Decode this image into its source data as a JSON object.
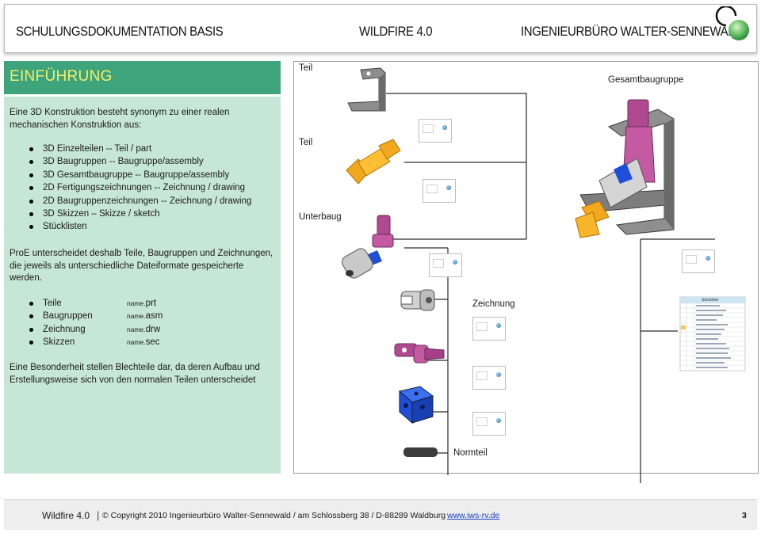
{
  "header": {
    "left": "SCHULUNGSDOKUMENTATION BASIS",
    "center": "WILDFIRE 4.0",
    "right": "INGENIEURBÜRO WALTER-SENNEWALD"
  },
  "left": {
    "title": "EINFÜHRUNG",
    "intro": "Eine 3D Konstruktion besteht synonym zu einer realen mechanischen Konstruktion aus:",
    "list1": [
      "3D Einzelteilen -- Teil / part",
      "3D Baugruppen -- Baugruppe/assembly",
      "3D Gesamtbaugruppe -- Baugruppe/assembly",
      "2D Fertigungszeichnungen -- Zeichnung / drawing",
      "2D Baugruppenzeichnungen -- Zeichnung / drawing",
      "3D Skizzen – Skizze / sketch",
      "Stücklisten"
    ],
    "para2": "ProE unterscheidet deshalb Teile, Baugruppen und Zeichnungen, die jeweils als unterschiedliche Dateiformate gespeicherte werden.",
    "list2": [
      {
        "label": "Teile",
        "prefix": "name.",
        "ext": "prt"
      },
      {
        "label": "Baugruppen",
        "prefix": "name.",
        "ext": "asm"
      },
      {
        "label": "Zeichnung",
        "prefix": "name.",
        "ext": "drw"
      },
      {
        "label": "Skizzen",
        "prefix": "name.",
        "ext": "sec"
      }
    ],
    "para3": "Eine Besonderheit stellen Blechteile dar, da deren Aufbau und Erstellungsweise sich von den normalen Teilen unterscheidet"
  },
  "right": {
    "labels": {
      "teil1": "Teil",
      "teil2": "Teil",
      "unterbaug": "Unterbaug",
      "gesamt": "Gesamtbaugruppe",
      "zeichnung": "Zeichnung",
      "normteil": "Normteil"
    },
    "bom_title": "Stückliste"
  },
  "footer": {
    "product": "Wildfire 4.0",
    "copyright": "© Copyright 2010  Ingenieurbüro Walter-Sennewald / am Schlossberg 38 / D-88289 Waldburg",
    "url": "www.iws-rv.de",
    "page": "3"
  },
  "colors": {
    "title_bg": "#3da47c",
    "title_text": "#f3f06a",
    "panel_bg": "#c6e6d7",
    "link": "#1a3cc8",
    "part_pink": "#b04a90",
    "part_orange": "#f0a020",
    "part_blue": "#1f4fd8"
  }
}
